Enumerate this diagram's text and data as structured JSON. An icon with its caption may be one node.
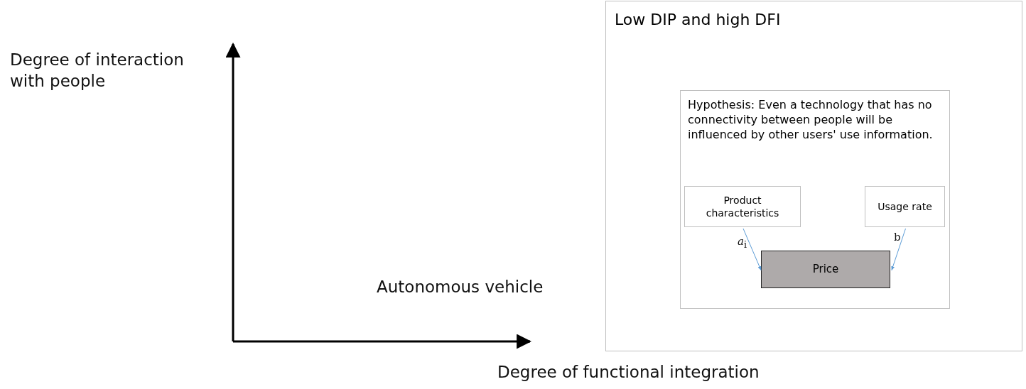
{
  "diagram": {
    "nodes": [
      {
        "text": [
          "Low DIP and high DFI"
        ]
      },
      {
        "text": [
          "Hypothesis: Even a technology that has no connectivity between people will be influenced by other users' use information."
        ],
        "in": 0
      },
      {
        "text": [
          "Product characteristics"
        ],
        "in": 1
      },
      {
        "text": [
          "Usage rate"
        ],
        "in": 1
      },
      {
        "text": [
          "Price"
        ],
        "in": 1
      }
    ],
    "edges": [
      {
        "from": 2,
        "to": 4,
        "arrow": "to",
        "label": "*a*$_{i}$"
      },
      {
        "from": 3,
        "to": 4,
        "arrow": "to",
        "label": "b"
      }
    ],
    "labels": [
      "Degree of interaction with people",
      "Autonomous vehicle",
      "Degree of functional integration"
    ]
  }
}
